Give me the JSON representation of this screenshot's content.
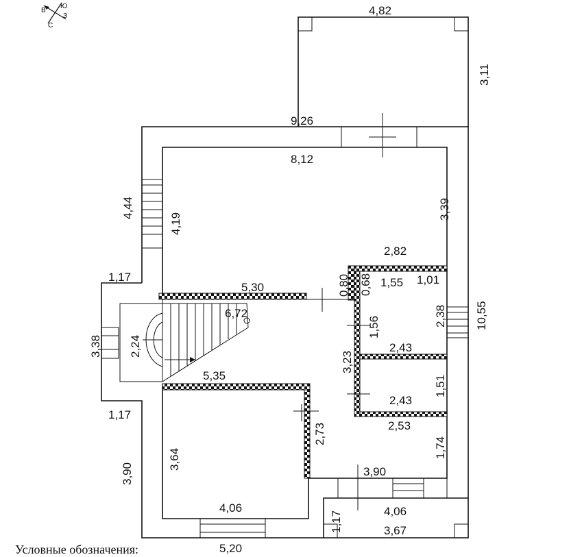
{
  "compass": {
    "n": "В",
    "e": "З",
    "s": "С",
    "w": "Ю"
  },
  "legend": "Условные обозначения:",
  "dimensions": {
    "top_width": "4,82",
    "top_height": "3,11",
    "outer_top": "9,26",
    "inner_top": "8,12",
    "left_outer_upper": "4,44",
    "left_inner_upper": "4,19",
    "right_inner_upper": "3,39",
    "corridor_top": "2,82",
    "small_room_w": "1,55",
    "small_room_w2": "1,01",
    "niche_h1": "0,80",
    "niche_h2": "0,68",
    "stair_wall": "5,30",
    "stair_len": "6,72",
    "left_step": "1,17",
    "stair_h": "2,24",
    "stair_outer_h": "3,38",
    "room_right_h": "2,38",
    "overall_right": "10,55",
    "bath_h": "1,56",
    "bath_w": "2,43",
    "hall_h": "3,23",
    "wc_h": "1,51",
    "wc_w": "2,43",
    "stair_bottom": "5,35",
    "left_step2": "1,17",
    "hall_w": "2,53",
    "hall_len": "2,73",
    "lower_room_h": "3,64",
    "lower_outer_h": "3,90",
    "right_lower_h": "1,74",
    "porch_w": "3,90",
    "lower_room_w": "4,06",
    "porch_inner_w": "4,06",
    "porch_h": "1,17",
    "porch_len": "3,67",
    "bottom_w": "5,20"
  }
}
